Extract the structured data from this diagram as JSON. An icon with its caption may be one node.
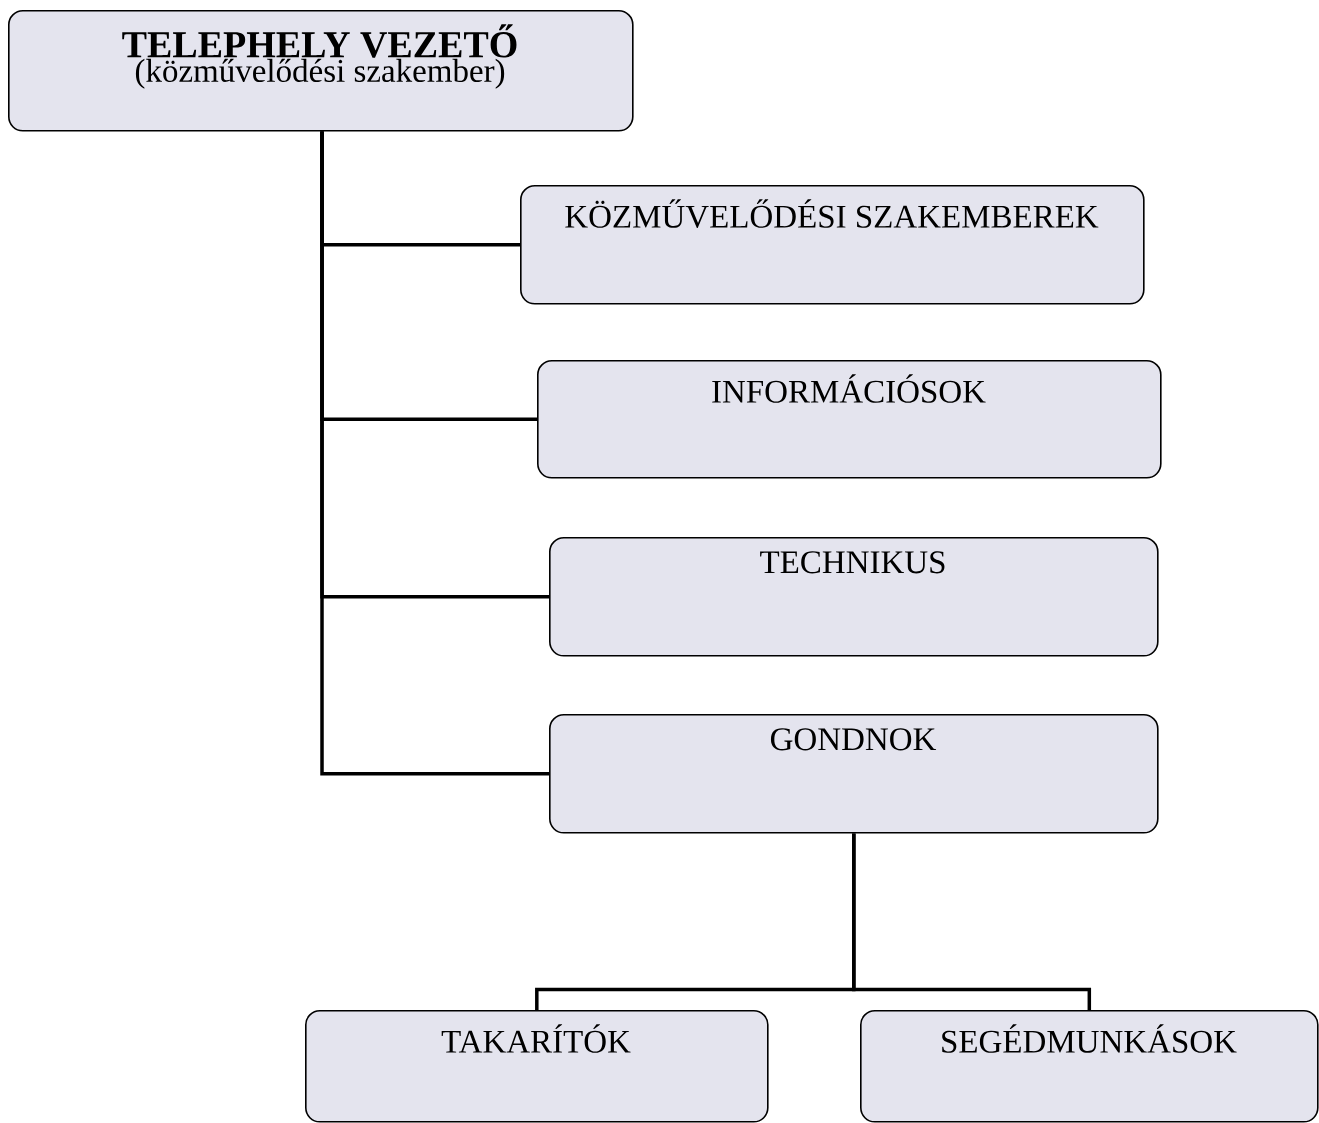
{
  "diagram": {
    "nodes": [
      {
        "text": [
          "TELEPHELY VEZETŐ",
          "(közművelődési szakember)"
        ]
      },
      {
        "text": [
          "KÖZMŰVELŐDÉSI SZAKEMBEREK"
        ]
      },
      {
        "text": [
          "INFORMÁCIÓSOK"
        ]
      },
      {
        "text": [
          "TECHNIKUS"
        ]
      },
      {
        "text": [
          "GONDNOK"
        ]
      },
      {
        "text": [
          "TAKARÍTÓK"
        ]
      },
      {
        "text": [
          "SEGÉDMUNKÁSOK"
        ]
      }
    ],
    "edges": [
      {
        "from": 0,
        "to": 1,
        "arrow": "none"
      },
      {
        "from": 0,
        "to": 2,
        "arrow": "none"
      },
      {
        "from": 0,
        "to": 3,
        "arrow": "none"
      },
      {
        "from": 0,
        "to": 4,
        "arrow": "none"
      },
      {
        "from": 4,
        "to": 5,
        "arrow": "none"
      },
      {
        "from": 4,
        "to": 6,
        "arrow": "none"
      }
    ]
  }
}
